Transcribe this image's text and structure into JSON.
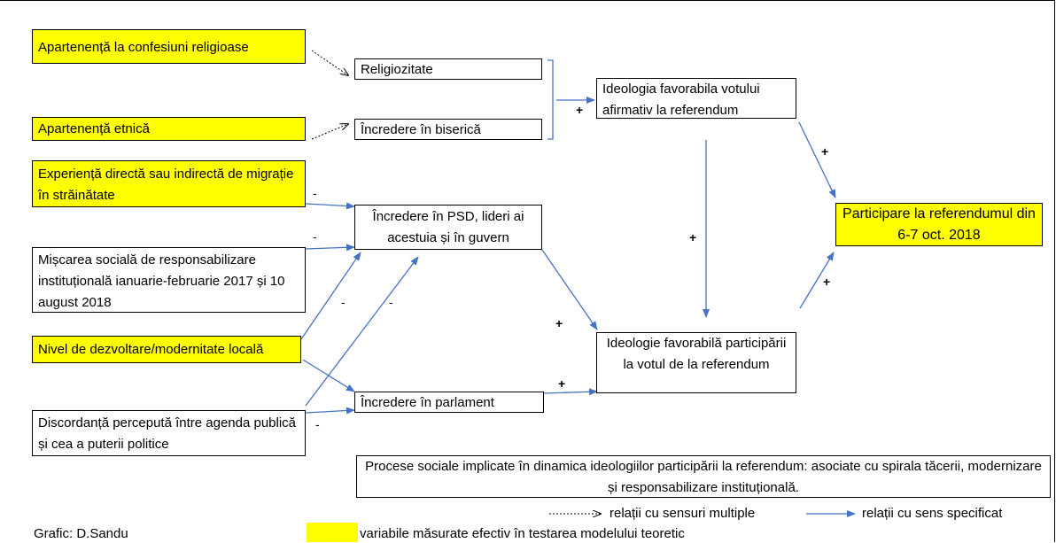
{
  "inputs": {
    "confesiuni": "Apartenență la confesiuni religioase",
    "etnica": "Apartenență etnică",
    "migratie": "Experiență directă sau indirectă de migrație în străinătate",
    "miscare": "Mișcarea socială de responsabilizare instituțională ianuarie-februarie 2017 și 10 august 2018",
    "dezvoltare": "Nivel de dezvoltare/modernitate locală",
    "discordanta": "Discordanță percepută între agenda publică și cea a puterii politice"
  },
  "mediators": {
    "religiozitate": "Religiozitate",
    "incredere_biserica": "Încredere în biserică",
    "incredere_psd": "Încredere în PSD, lideri ai acestuia și în guvern",
    "incredere_parlament": "Încredere în parlament"
  },
  "ideologies": {
    "vot_afirmativ": "Ideologia favorabila votului afirmativ la referendum",
    "participare_vot": "Ideologie favorabilă participării la votul de la referendum"
  },
  "outcome": {
    "participare": "Participare la referendumul din 6-7 oct. 2018"
  },
  "signs": {
    "plus": "+",
    "minus": "-"
  },
  "processes_note": "Procese sociale implicate în dinamica ideologiilor participării la referendum: asociate cu spirala tăcerii, modernizare și responsabilizare instituțională.",
  "legend": {
    "dotted_label": "relații cu sensuri multiple",
    "solid_label": "relații cu sens specificat",
    "yellow_label": "variabile măsurate efectiv în testarea modelului teoretic",
    "credit": "Grafic: D.Sandu"
  },
  "colors": {
    "highlight": "#ffff00",
    "arrow": "#4472c4",
    "border": "#000000"
  }
}
